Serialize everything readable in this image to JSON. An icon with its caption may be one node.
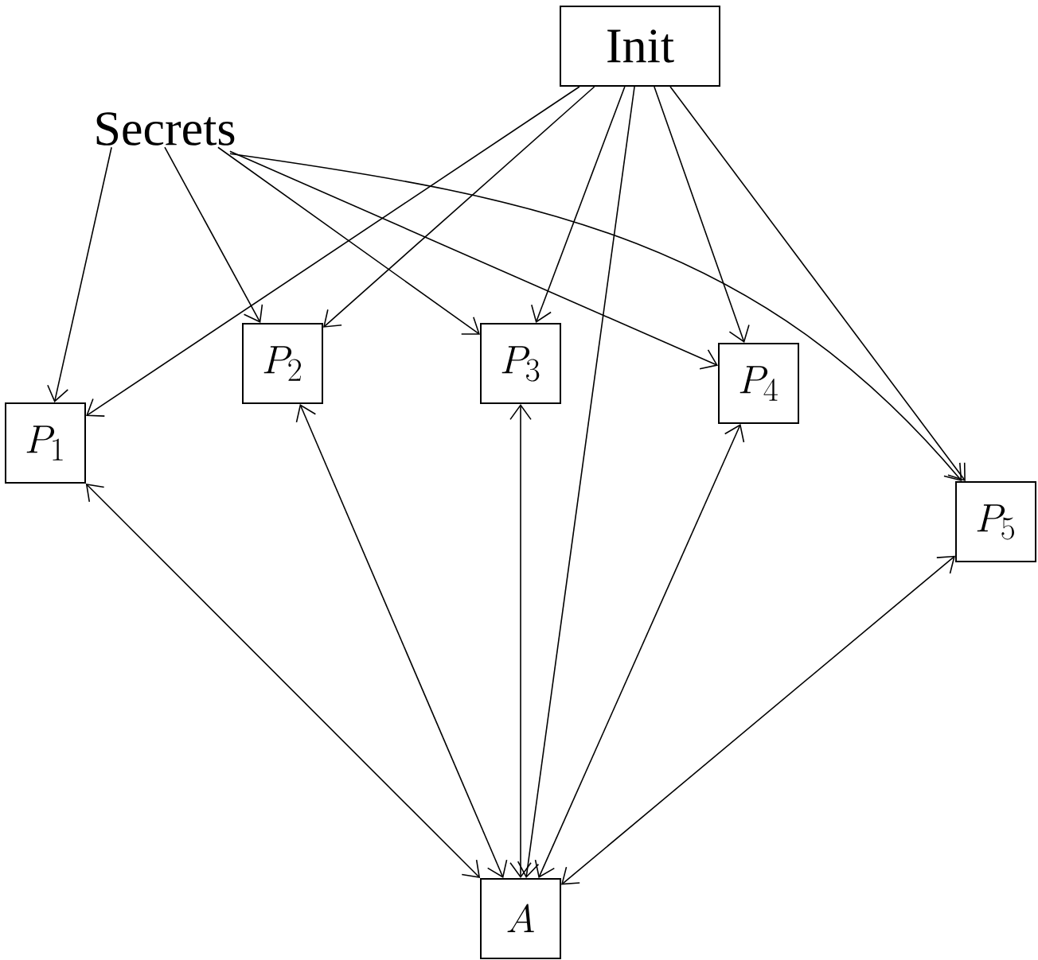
{
  "diagram": {
    "nodes": [
      {
        "text": [
          "Init"
        ]
      },
      {
        "text": [
          "Secrets"
        ]
      },
      {
        "text": [
          "P_1"
        ]
      },
      {
        "text": [
          "P_2"
        ]
      },
      {
        "text": [
          "P_3"
        ]
      },
      {
        "text": [
          "P_4"
        ]
      },
      {
        "text": [
          "P_5"
        ]
      },
      {
        "text": [
          "A"
        ]
      }
    ],
    "edges": [
      {
        "from": 0,
        "to": 2,
        "arrow": "to"
      },
      {
        "from": 0,
        "to": 3,
        "arrow": "to"
      },
      {
        "from": 0,
        "to": 4,
        "arrow": "to"
      },
      {
        "from": 0,
        "to": 7,
        "arrow": "to"
      },
      {
        "from": 0,
        "to": 5,
        "arrow": "to"
      },
      {
        "from": 0,
        "to": 6,
        "arrow": "to"
      },
      {
        "from": 1,
        "to": 2,
        "arrow": "to"
      },
      {
        "from": 1,
        "to": 3,
        "arrow": "to"
      },
      {
        "from": 1,
        "to": 4,
        "arrow": "to"
      },
      {
        "from": 1,
        "to": 5,
        "arrow": "to"
      },
      {
        "from": 1,
        "to": 6,
        "arrow": "to"
      },
      {
        "from": 2,
        "to": 7,
        "arrow": "both"
      },
      {
        "from": 3,
        "to": 7,
        "arrow": "both"
      },
      {
        "from": 4,
        "to": 7,
        "arrow": "both"
      },
      {
        "from": 5,
        "to": 7,
        "arrow": "both"
      },
      {
        "from": 6,
        "to": 7,
        "arrow": "both"
      }
    ]
  }
}
